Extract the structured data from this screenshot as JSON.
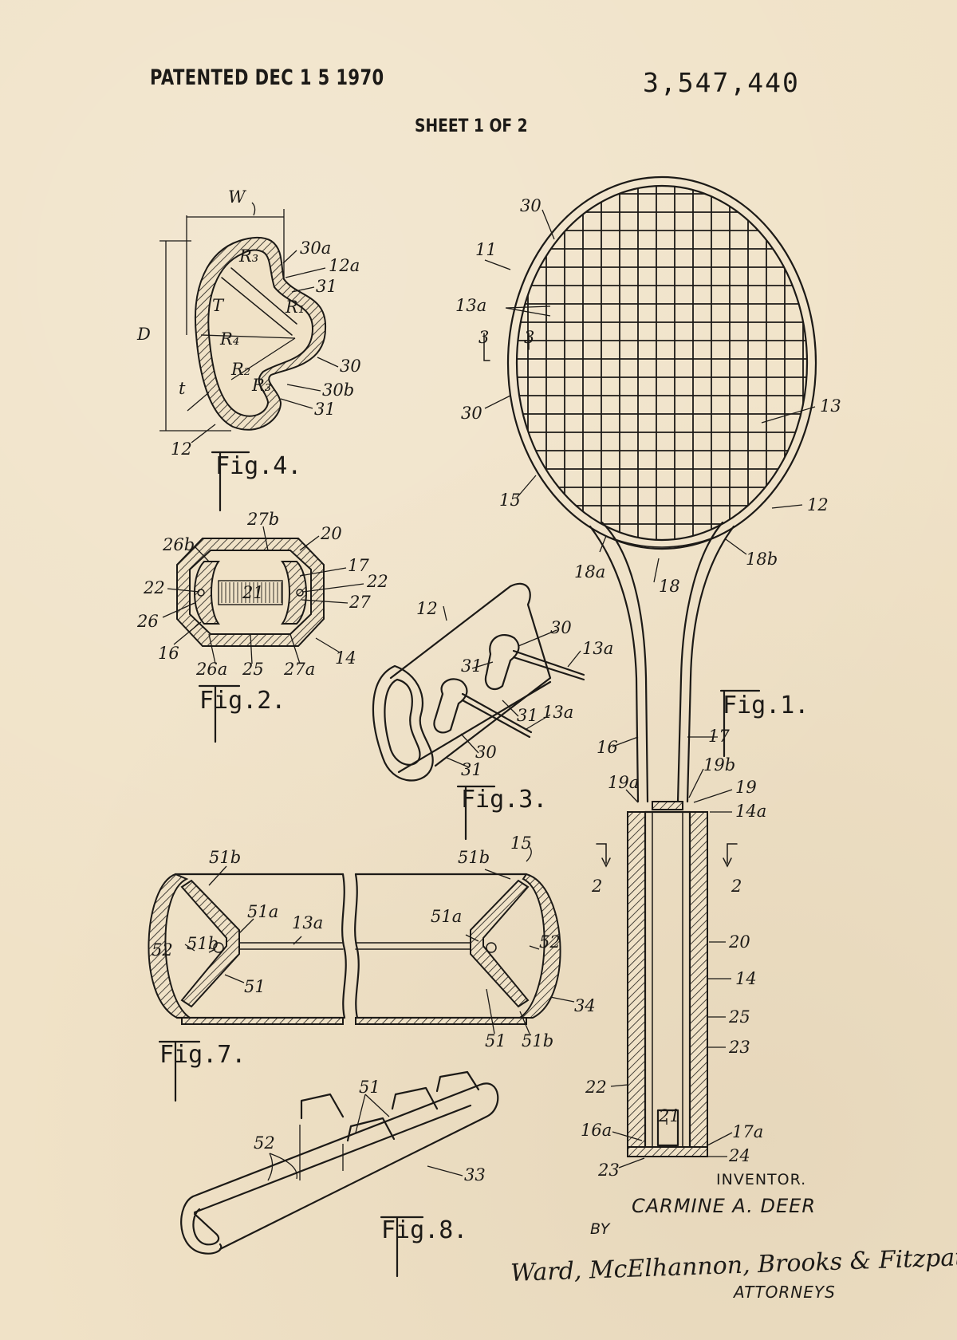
{
  "header": {
    "patented": "PATENTED DEC 1 5 1970",
    "patent_number": "3,547,440",
    "sheet": "SHEET 1 OF 2"
  },
  "figures": {
    "fig1": "Fig.1.",
    "fig2": "Fig.2.",
    "fig3": "Fig.3.",
    "fig4": "Fig.4.",
    "fig7": "Fig.7.",
    "fig8": "Fig.8."
  },
  "fig4_labels": {
    "W": "W",
    "D": "D",
    "t": "t",
    "T": "T",
    "R1": "R₁",
    "R2": "R₂",
    "R3a": "R₃",
    "R3b": "R₃",
    "R4": "R₄",
    "n30a": "30a",
    "n12a": "12a",
    "n31a": "31",
    "n30": "30",
    "n30b": "30b",
    "n31b": "31",
    "n12": "12"
  },
  "fig2_labels": {
    "n27b": "27b",
    "n20": "20",
    "n26b": "26b",
    "n17": "17",
    "n22a": "22",
    "n22b": "22",
    "n21": "21",
    "n27": "27",
    "n26": "26",
    "n16": "16",
    "n26a": "26a",
    "n25": "25",
    "n27a": "27a",
    "n14": "14"
  },
  "fig3_labels": {
    "n12": "12",
    "n30a": "30",
    "n13a1": "13a",
    "n31a": "31",
    "n31b": "31",
    "n13a2": "13a",
    "n30b": "30",
    "n31c": "31"
  },
  "fig1_labels": {
    "n30top": "30",
    "n11": "11",
    "n13a": "13a",
    "n3l": "3",
    "n3r": "3",
    "n30mid": "30",
    "n13": "13",
    "n15": "15",
    "n12": "12",
    "n18a": "18a",
    "n18": "18",
    "n18b": "18b",
    "n16": "16",
    "n17": "17",
    "n19a": "19a",
    "n19b": "19b",
    "n19": "19",
    "n14a": "14a",
    "n2l": "2",
    "n2r": "2",
    "n20": "20",
    "n14": "14",
    "n25": "25",
    "n23a": "23",
    "n22": "22",
    "n21": "21",
    "n16a": "16a",
    "n17a": "17a",
    "n24": "24",
    "n23b": "23"
  },
  "fig7_labels": {
    "n51b1": "51b",
    "n15": "15",
    "n51b2": "51b",
    "n51a1": "51a",
    "n13a": "13a",
    "n51a2": "51a",
    "n52a": "52",
    "n51b3": "51b",
    "n52b": "52",
    "n51": "51",
    "n34": "34",
    "n51c": "51",
    "n51b4": "51b"
  },
  "fig8_labels": {
    "n51": "51",
    "n52": "52",
    "n33": "33"
  },
  "footer": {
    "inventor_label": "INVENTOR.",
    "inventor_name": "CARMINE A. DEER",
    "by": "BY",
    "signature": "Ward, McElhannon, Brooks & Fitzpatrick",
    "attorneys": "ATTORNEYS"
  }
}
